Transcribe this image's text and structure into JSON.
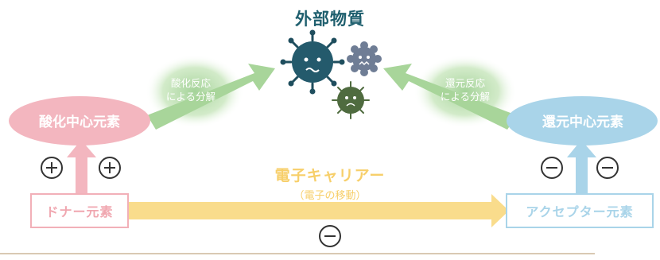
{
  "diagram": {
    "title": "外部物質",
    "oxidation_center": "酸化中心元素",
    "reduction_center": "還元中心元素",
    "oxidative_decomposition": [
      "酸化反応",
      "による分解"
    ],
    "reductive_decomposition": [
      "還元反応",
      "による分解"
    ],
    "donor": "ドナー元素",
    "acceptor": "アクセプター元素",
    "carrier": "電子キャリアー",
    "carrier_note": "（電子の移動）"
  },
  "colors": {
    "oxidation": "#f3b6bf",
    "reduction": "#a9d4e9",
    "green_arrow": "#a8d59a",
    "carrier_arrow": "#f9dc8c",
    "title": "#1f5f6e"
  },
  "icons": {
    "microbe_large": "virus-icon",
    "microbe_small_gray": "virus-icon",
    "microbe_small_green": "virus-icon",
    "plus": "plus-circle-icon",
    "minus": "minus-circle-icon"
  }
}
